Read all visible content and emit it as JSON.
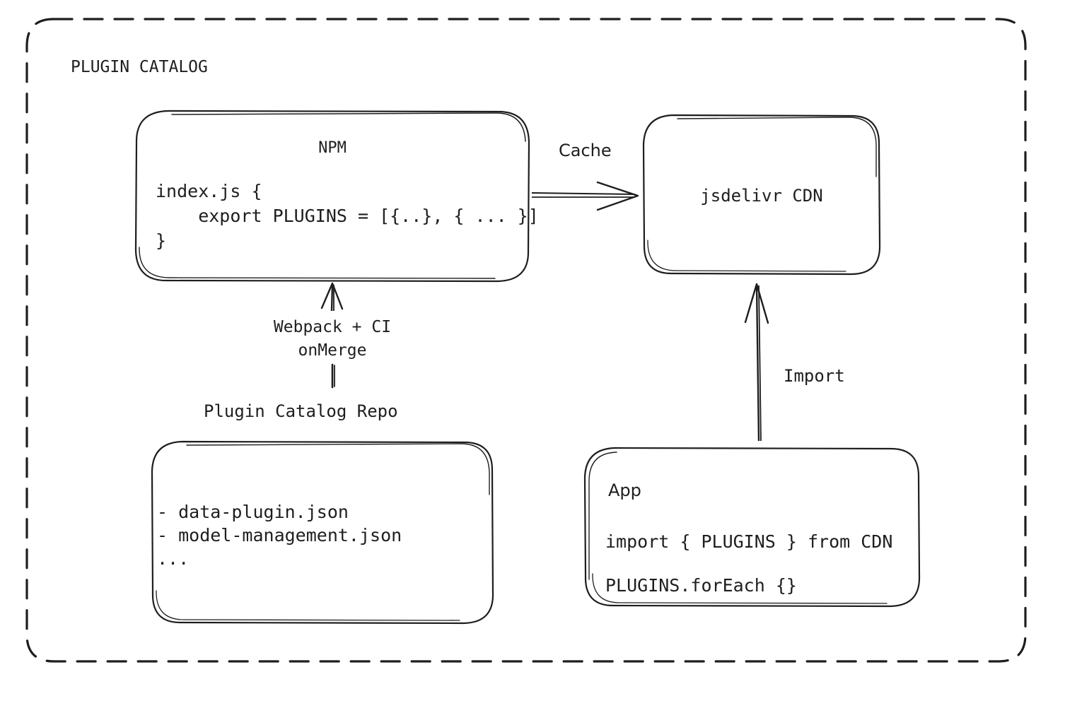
{
  "frame": {
    "title": "PLUGIN CATALOG",
    "style": "dashed-rounded-rect"
  },
  "colors": {
    "stroke": "#1e1e1e",
    "background": "#ffffff",
    "text": "#1e1e1e"
  },
  "nodes": {
    "npm": {
      "title": "NPM",
      "code": "index.js {\n    export PLUGINS = [{..}, { ... }]\n}"
    },
    "cdn": {
      "title": "jsdelivr CDN"
    },
    "repo": {
      "caption": "Plugin Catalog Repo",
      "items": "- data-plugin.json\n- model-management.json\n..."
    },
    "app": {
      "title": "App",
      "code": "import { PLUGINS } from CDN\nPLUGINS.forEach {}"
    }
  },
  "edges": {
    "cache": {
      "label": "Cache",
      "from": "npm",
      "to": "cdn",
      "direction": "right"
    },
    "build": {
      "label": "Webpack + CI\nonMerge",
      "from": "repo",
      "to": "npm",
      "direction": "up"
    },
    "import": {
      "label": "Import",
      "from": "app",
      "to": "cdn",
      "direction": "up"
    }
  }
}
